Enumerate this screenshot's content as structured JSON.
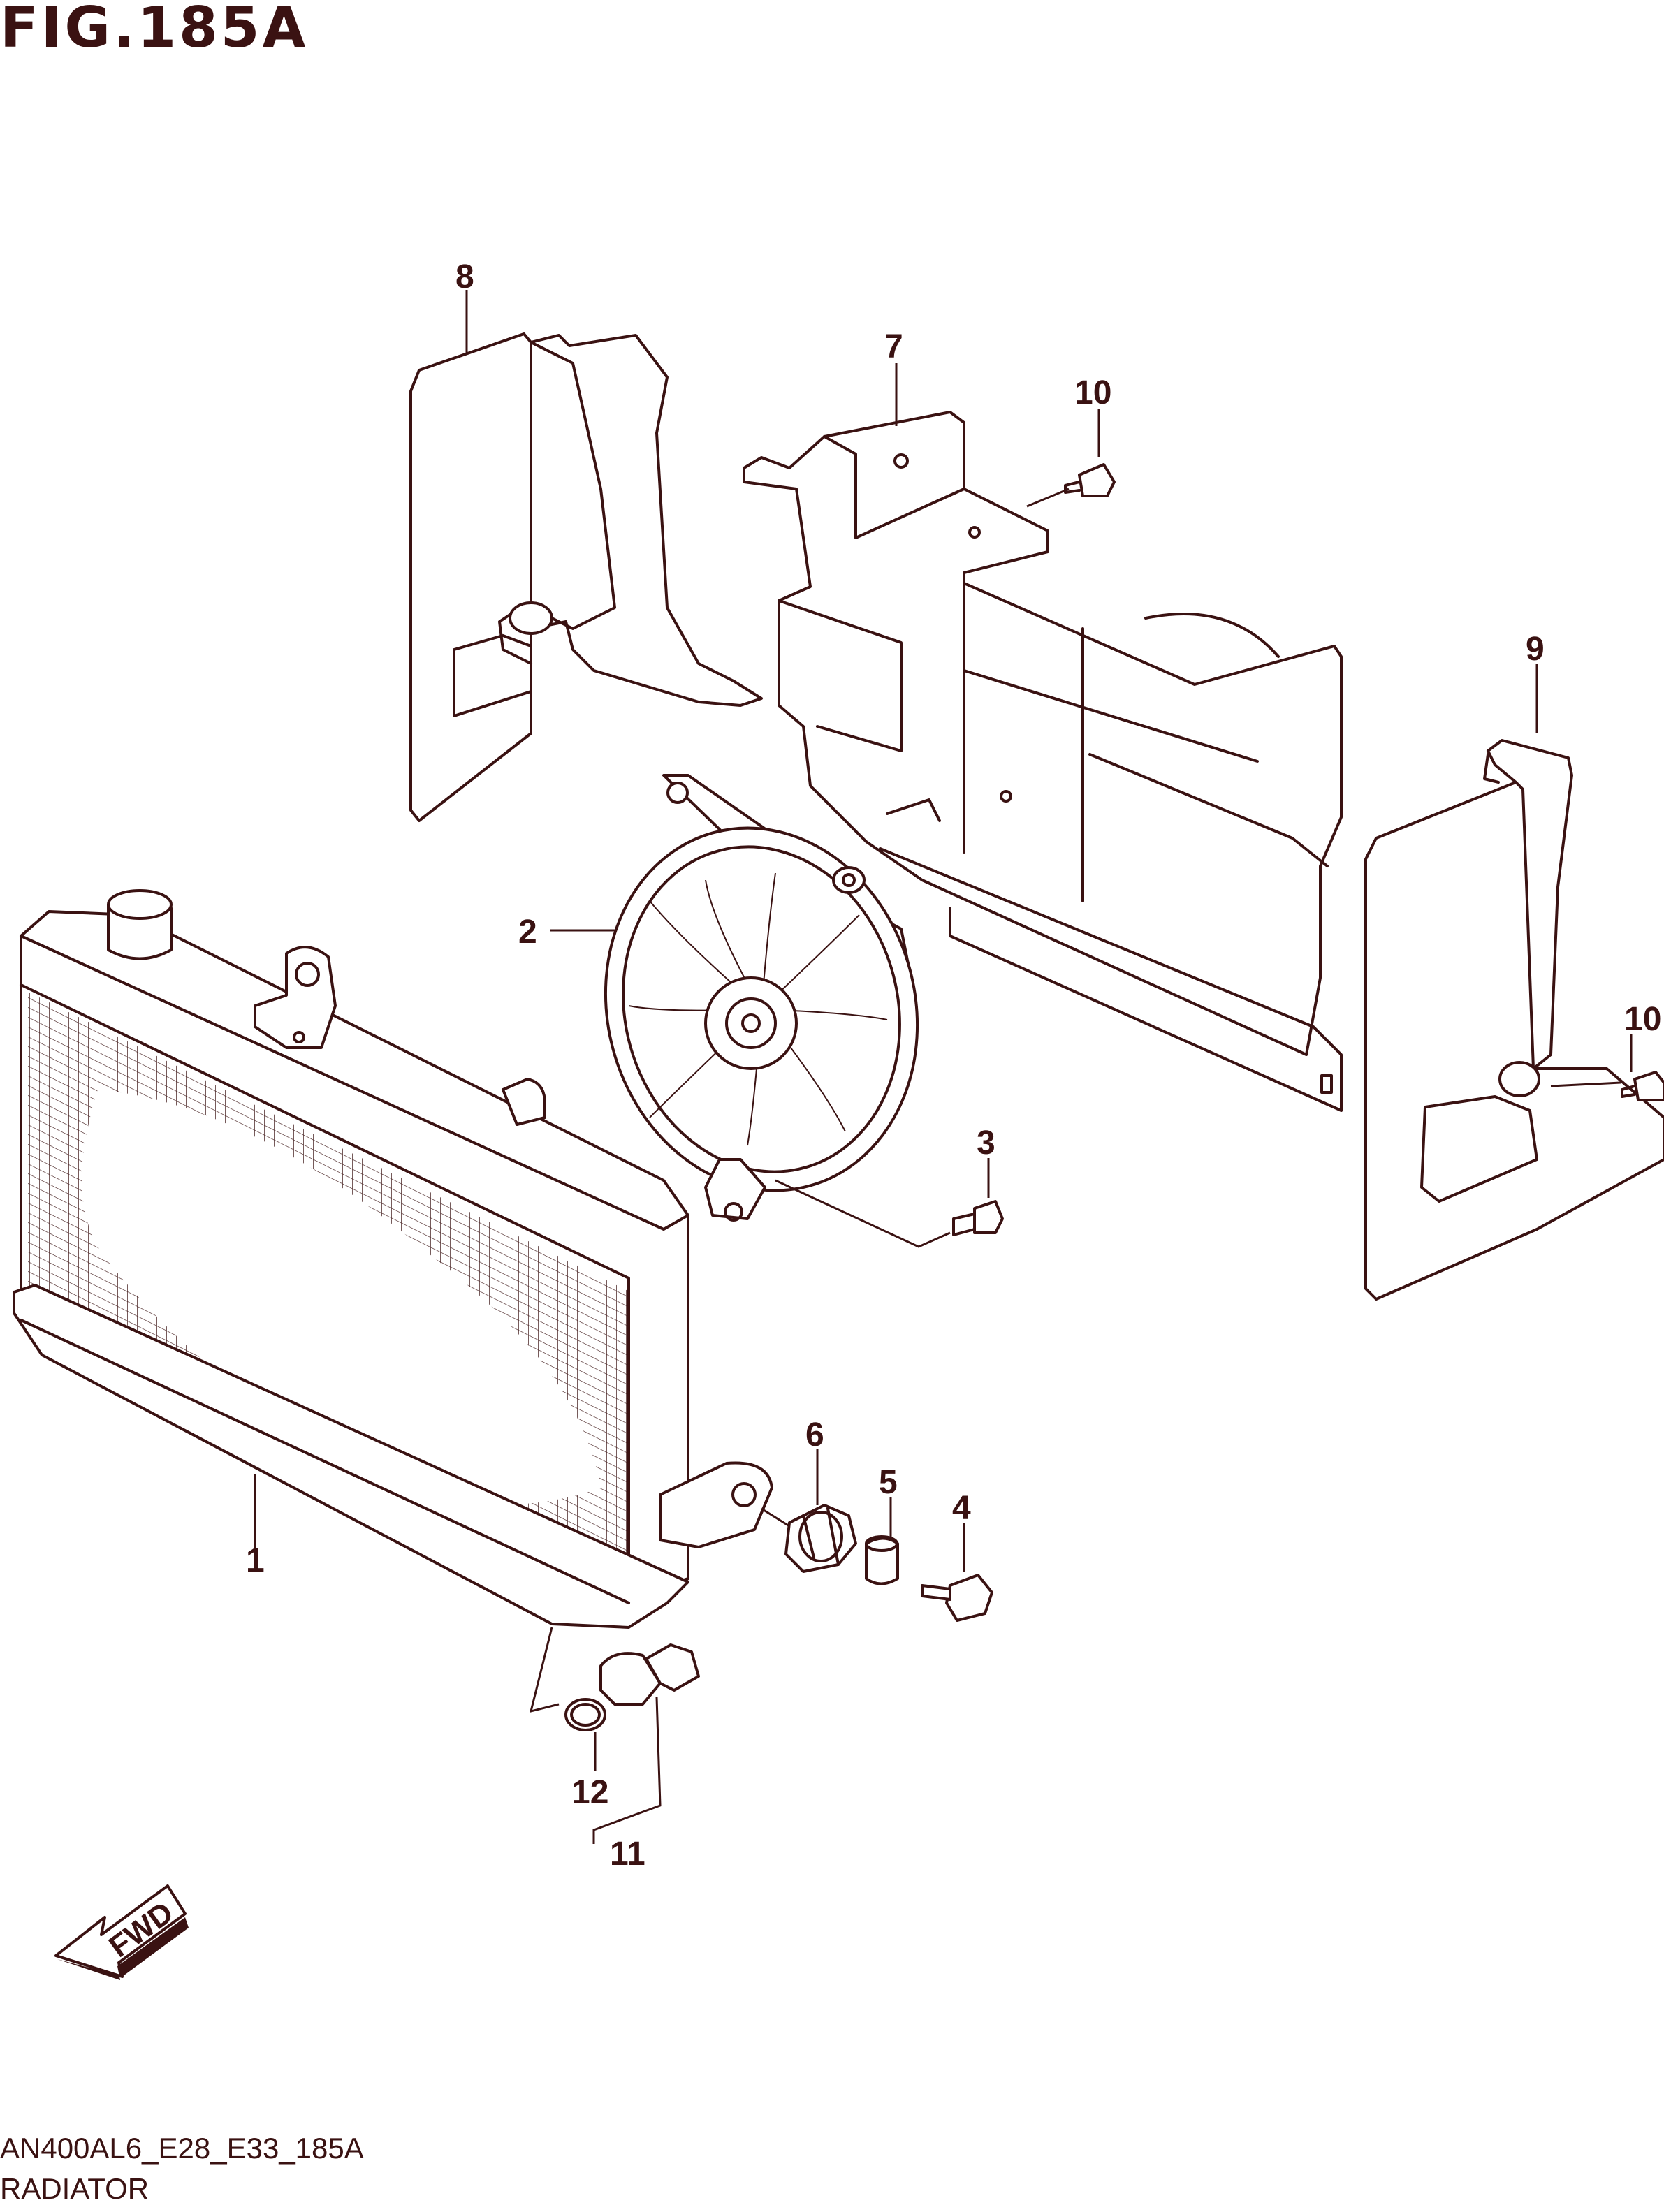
{
  "figure": {
    "title": "FIG.185A",
    "code": "AN400AL6_E28_E33_185A",
    "name": "RADIATOR"
  },
  "callouts": [
    "1",
    "2",
    "3",
    "4",
    "5",
    "6",
    "7",
    "8",
    "9",
    "10",
    "10",
    "11",
    "12"
  ],
  "fwd_label": "FWD",
  "colors": {
    "line": "#3a1212",
    "background": "#ffffff"
  }
}
